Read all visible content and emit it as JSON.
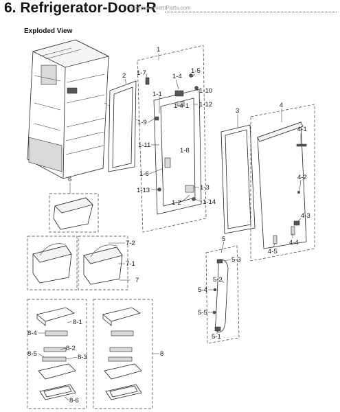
{
  "header": {
    "title": "6.  Refrigerator-Door-R",
    "watermark": "eReplacementParts.com",
    "subtitle": "Exploded View"
  },
  "callouts": {
    "c1": "1",
    "c1_1": "1-1",
    "c1_2": "1-2",
    "c1_3": "1-3",
    "c1_4": "1-4",
    "c1_4_1": "1-4-1",
    "c1_5": "1-5",
    "c1_6": "1-6",
    "c1_7": "1-7",
    "c1_8": "1-8",
    "c1_9": "1-9",
    "c1_10": "1-10",
    "c1_11": "1-11",
    "c1_12": "1-12",
    "c1_13": "1-13",
    "c1_14": "1-14",
    "c2": "2",
    "c3": "3",
    "c4": "4",
    "c4_1": "4-1",
    "c4_2": "4-2",
    "c4_3": "4-3",
    "c4_4": "4-4",
    "c4_5": "4-5",
    "c5": "5",
    "c5_1": "5-1",
    "c5_2": "5-2",
    "c5_3": "5-3",
    "c5_4": "5-4",
    "c5_5": "5-5",
    "c6": "6",
    "c7": "7",
    "c7_1": "7-1",
    "c7_2": "7-2",
    "c8": "8",
    "c8_1": "8-1",
    "c8_2": "8-2",
    "c8_3": "8-3",
    "c8_4": "8-4",
    "c8_5": "8-5",
    "c8_6": "8-6"
  }
}
